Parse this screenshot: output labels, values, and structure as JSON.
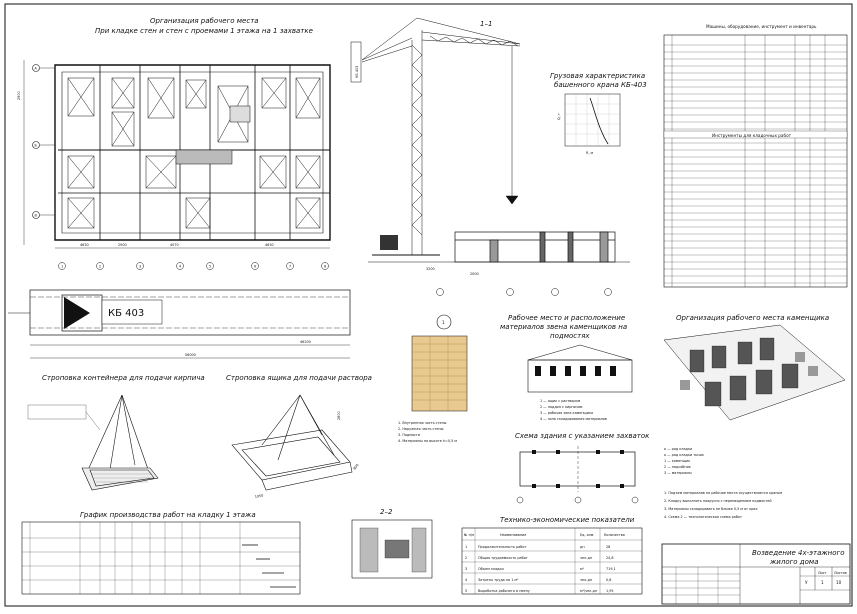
{
  "titles": {
    "org_floor": "Организация рабочего места",
    "org_floor_sub": "При кладке стен и стен с проемами 1 этажа на 1 захватке",
    "section_1_1": "1–1",
    "section_2_2": "2–2",
    "cargo_char_1": "Грузовая характеристика",
    "cargo_char_2": "башенного крана КБ-403",
    "crane_label": "КБ 403",
    "sling_container": "Строповка контейнера для подачи кирпича",
    "sling_box": "Строповка ящика для подачи раствора",
    "workplace_1": "Рабочее место и расположение",
    "workplace_2": "материалов звена каменщиков на",
    "workplace_3": "подмостях",
    "zones_scheme": "Схема здания с указанием захваток",
    "org_mason": "Организация рабочего места каменщика",
    "schedule": "График производства работ на кладку 1 этажа",
    "tep": "Технико-экономические показатели",
    "materials_table": "Машины, оборудование, инструмент и инвентарь",
    "tools_table": "Инструменты для кладочных работ",
    "circle_num": "1"
  },
  "dims": {
    "d1": "4630",
    "d2": "2900",
    "d3": "4070",
    "d4": "4630",
    "overall": "46200",
    "track": "56000",
    "h1": "2800",
    "h2": "1050",
    "h3": "800",
    "h4": "900",
    "h5": "3200",
    "h6": "2000"
  },
  "axes": [
    "1",
    "2",
    "3",
    "4",
    "5",
    "6",
    "7",
    "8"
  ],
  "row_axes": [
    "А",
    "Б",
    "В"
  ],
  "tep_table": {
    "headers": [
      "№ п/п",
      "Наименование",
      "Ед. изм.",
      "Количество"
    ],
    "rows": [
      [
        "1",
        "Продолжительность работ",
        "дн",
        "28"
      ],
      [
        "2",
        "Общая трудоемкость работ",
        "чел-дн",
        "24,8"
      ],
      [
        "3",
        "Объем кладки",
        "м³",
        "719,1"
      ],
      [
        "4",
        "Затраты труда на 1 м³",
        "чел-дн",
        "0,8"
      ],
      [
        "5",
        "Выработка рабочего в смену",
        "м³/чел-дн",
        "1,95"
      ]
    ]
  },
  "notes": {
    "legend_1": "1 — ящик с раствором",
    "legend_2": "2 — поддон с кирпичом",
    "legend_3": "3 — рабочая зона каменщика",
    "legend_4": "4 — зона складирования материалов",
    "wall_1": "1. Внутренняя часть стены",
    "wall_2": "2. Наружная часть стены",
    "wall_3": "3. Подмости",
    "wall_4": "4. Материалы на высоте h=0,5 м",
    "mason_1": "о — ряд кладки",
    "mason_2": "о — ряд кладки тычок",
    "mason_3": "1 — каменщик",
    "mason_4": "2 — подсобник",
    "mason_5": "3 — материалы",
    "gen_note_1": "1. Подъем материалов на рабочие места осуществляется краном",
    "gen_note_2": "2. Кладку выполнять поярусно с перемещением подмостей",
    "gen_note_3": "3. Материалы складировать не ближе 0,5 м от края",
    "gen_note_4": "4. Схема 2 — технологическая схема работ"
  },
  "stamp": {
    "title_1": "Возведение 4х-этажного",
    "title_2": "жилого дома",
    "sheet_label": "Лист",
    "sheets_label": "Листов",
    "sheet": "1",
    "sheets": "10",
    "stage": "У"
  },
  "crane_curve": {
    "x_label": "R, м",
    "y_label": "Q, т"
  }
}
